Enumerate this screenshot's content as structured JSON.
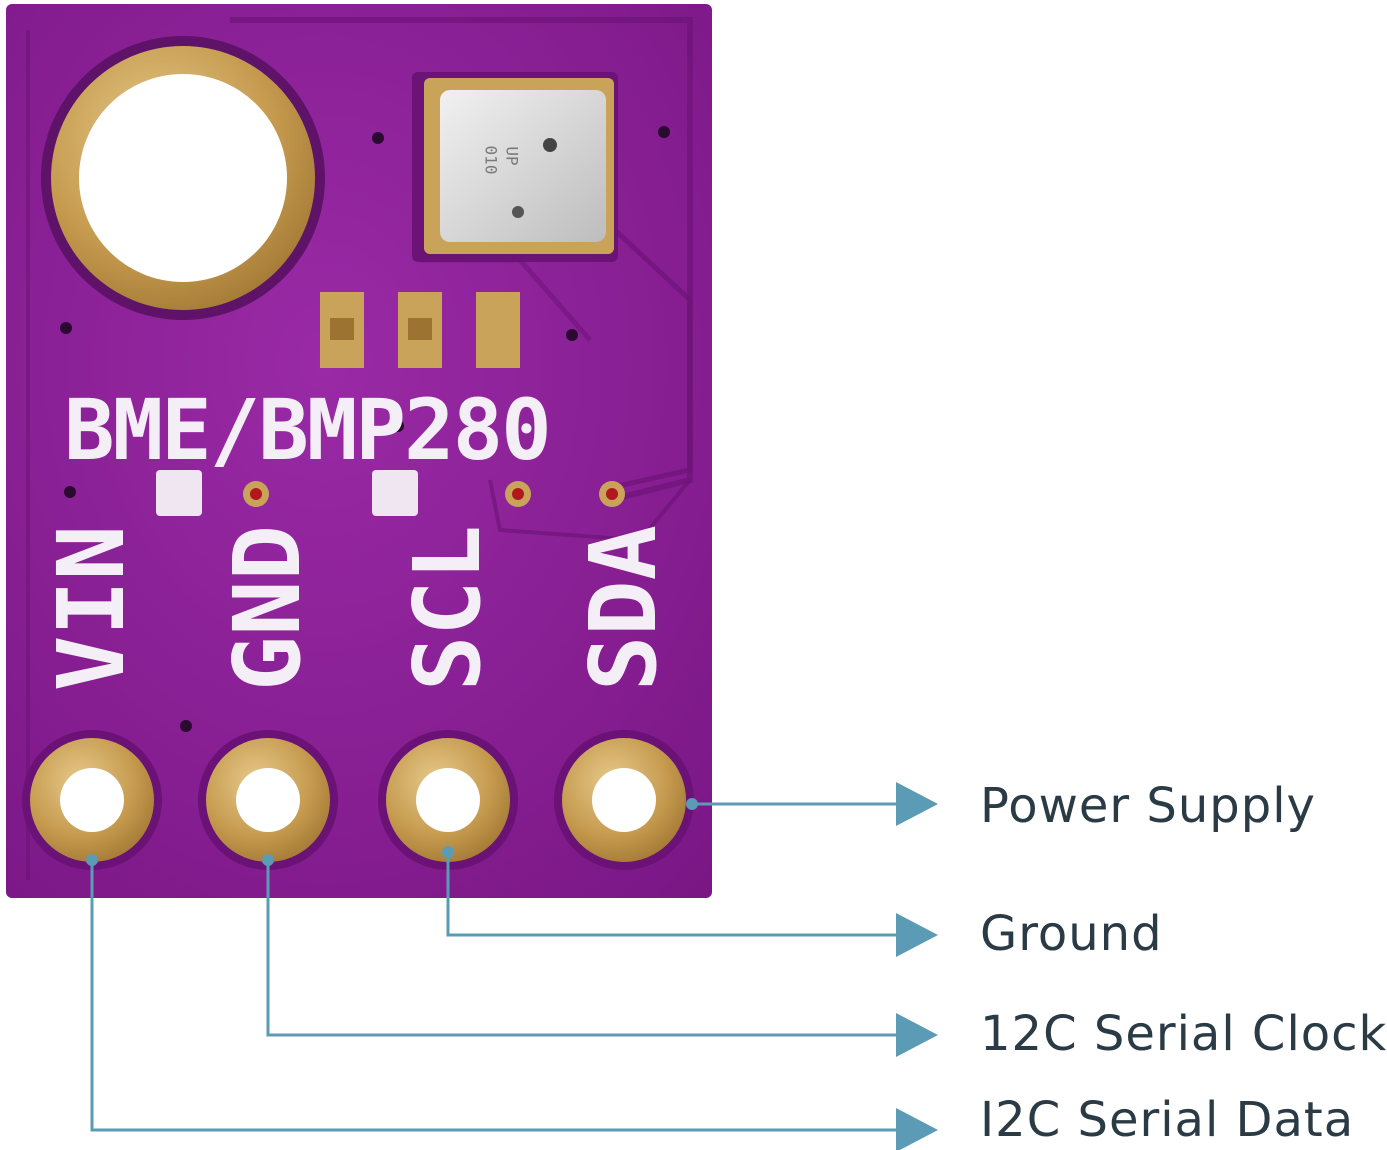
{
  "board": {
    "title": "BME/BMP280",
    "chip_marking": [
      "010",
      "UP"
    ],
    "pins": [
      {
        "label": "VIN"
      },
      {
        "label": "GND"
      },
      {
        "label": "SCL"
      },
      {
        "label": "SDA"
      }
    ]
  },
  "callouts": [
    {
      "label": "Power Supply"
    },
    {
      "label": "Ground"
    },
    {
      "label": "12C Serial Clock"
    },
    {
      "label": "I2C Serial Data"
    }
  ],
  "colors": {
    "pcb": "#8a1f94",
    "pcb_dark": "#6d1478",
    "gold": "#c9a35a",
    "line": "#5b9bb5",
    "arrow": "#5b9bb5",
    "text": "#2a3b45"
  }
}
